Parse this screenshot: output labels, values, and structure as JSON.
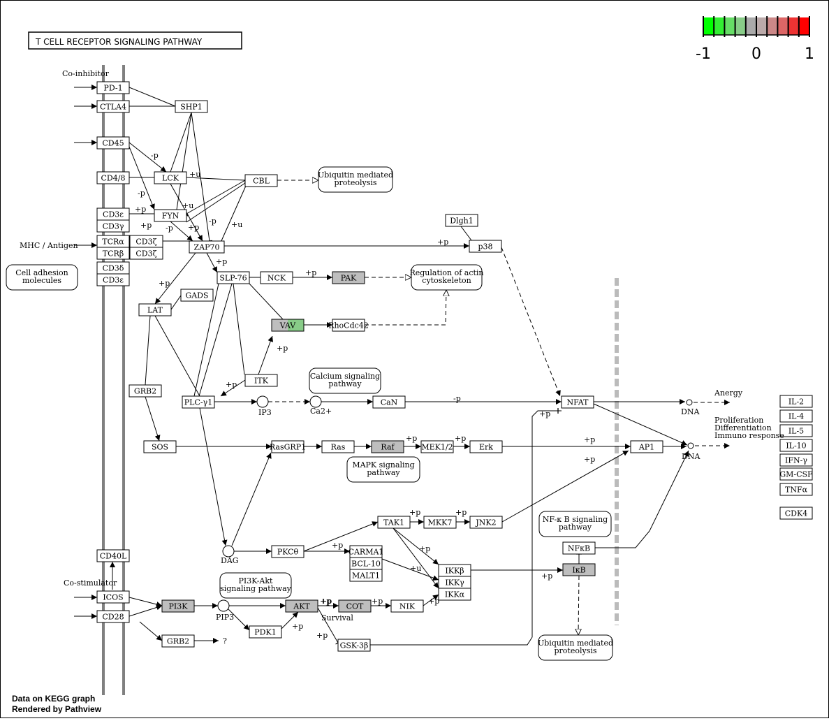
{
  "title": "T  CELL  RECEPTOR  SIGNALING PATHWAY",
  "legend": {
    "ticks": [
      "-1",
      "0",
      "1"
    ],
    "colors": [
      "#00ff00",
      "#33ee33",
      "#66dd66",
      "#88cc88",
      "#aaaaaa",
      "#bbaaaa",
      "#cc8888",
      "#dd6666",
      "#ee3333",
      "#ff0000"
    ]
  },
  "colors": {
    "highlight_gray": "#bebebe",
    "vav_green": "#88cc88",
    "membrane": "#808080",
    "nucleus_dash": "#bbbbbb"
  },
  "nodes": [
    {
      "id": "pd1",
      "label": "PD-1"
    },
    {
      "id": "ctla4",
      "label": "CTLA4"
    },
    {
      "id": "cd45",
      "label": "CD45"
    },
    {
      "id": "cd48",
      "label": "CD4/8"
    },
    {
      "id": "cd3e1",
      "label": "CD3ε"
    },
    {
      "id": "cd3g",
      "label": "CD3γ"
    },
    {
      "id": "tcra",
      "label": "TCRα"
    },
    {
      "id": "tcrb",
      "label": "TCRβ"
    },
    {
      "id": "cd3d",
      "label": "CD3δ"
    },
    {
      "id": "cd3e2",
      "label": "CD3ε"
    },
    {
      "id": "cd3z1",
      "label": "CD3ζ"
    },
    {
      "id": "cd3z2",
      "label": "CD3ζ"
    },
    {
      "id": "shp1",
      "label": "SHP1"
    },
    {
      "id": "lck",
      "label": "LCK"
    },
    {
      "id": "fyn",
      "label": "FYN"
    },
    {
      "id": "cbl",
      "label": "CBL"
    },
    {
      "id": "zap70",
      "label": "ZAP70"
    },
    {
      "id": "dlgh1",
      "label": "Dlgh1"
    },
    {
      "id": "p38",
      "label": "p38"
    },
    {
      "id": "slp76",
      "label": "SLP-76"
    },
    {
      "id": "nck",
      "label": "NCK"
    },
    {
      "id": "pak",
      "label": "PAK"
    },
    {
      "id": "gads",
      "label": "GADS"
    },
    {
      "id": "lat",
      "label": "LAT"
    },
    {
      "id": "vav",
      "label": "VAV"
    },
    {
      "id": "rhocdc42",
      "label": "RhoCdc42"
    },
    {
      "id": "grb2a",
      "label": "GRB2"
    },
    {
      "id": "itk",
      "label": "ITK"
    },
    {
      "id": "plcg1",
      "label": "PLC-γ1"
    },
    {
      "id": "can",
      "label": "CaN"
    },
    {
      "id": "nfat",
      "label": "NFAT"
    },
    {
      "id": "sos",
      "label": "SOS"
    },
    {
      "id": "rasgrp1",
      "label": "RasGRP1"
    },
    {
      "id": "ras",
      "label": "Ras"
    },
    {
      "id": "raf",
      "label": "Raf"
    },
    {
      "id": "mek12",
      "label": "MEK1/2"
    },
    {
      "id": "erk",
      "label": "Erk"
    },
    {
      "id": "ap1",
      "label": "AP1"
    },
    {
      "id": "tak1",
      "label": "TAK1"
    },
    {
      "id": "mkk7",
      "label": "MKK7"
    },
    {
      "id": "jnk2",
      "label": "JNK2"
    },
    {
      "id": "pkct",
      "label": "PKCθ"
    },
    {
      "id": "carma1",
      "label": "CARMA1"
    },
    {
      "id": "bcl10",
      "label": "BCL-10"
    },
    {
      "id": "malt1",
      "label": "MALT1"
    },
    {
      "id": "ikkb",
      "label": "IKKβ"
    },
    {
      "id": "ikkg",
      "label": "IKKγ"
    },
    {
      "id": "ikka",
      "label": "IKKα"
    },
    {
      "id": "nfkb",
      "label": "NFκB"
    },
    {
      "id": "ikb",
      "label": "IκB"
    },
    {
      "id": "cd40l",
      "label": "CD40L"
    },
    {
      "id": "icos",
      "label": "ICOS"
    },
    {
      "id": "cd28",
      "label": "CD28"
    },
    {
      "id": "pi3k",
      "label": "PI3K"
    },
    {
      "id": "akt",
      "label": "AKT"
    },
    {
      "id": "cot",
      "label": "COT"
    },
    {
      "id": "nik",
      "label": "NIK"
    },
    {
      "id": "pdk1",
      "label": "PDK1"
    },
    {
      "id": "grb2b",
      "label": "GRB2"
    },
    {
      "id": "gsk3b",
      "label": "GSK-3β"
    },
    {
      "id": "il2",
      "label": "IL-2"
    },
    {
      "id": "il4",
      "label": "IL-4"
    },
    {
      "id": "il5",
      "label": "IL-5"
    },
    {
      "id": "il10",
      "label": "IL-10"
    },
    {
      "id": "ifng",
      "label": "IFN-γ"
    },
    {
      "id": "gmcsf",
      "label": "GM-CSF"
    },
    {
      "id": "tnfa",
      "label": "TNFα"
    },
    {
      "id": "cdk4",
      "label": "CDK4"
    }
  ],
  "pathways": [
    {
      "id": "ubq1",
      "lines": [
        "Ubiquitin mediated",
        "proteolysis"
      ]
    },
    {
      "id": "actin",
      "lines": [
        "Regulation of actin",
        "cytoskeleton"
      ]
    },
    {
      "id": "celladh",
      "lines": [
        "Cell adhesion",
        "molecules"
      ]
    },
    {
      "id": "calcium",
      "lines": [
        "Calcium signaling",
        "pathway"
      ]
    },
    {
      "id": "mapk",
      "lines": [
        "MAPK signaling",
        "pathway"
      ]
    },
    {
      "id": "nfkbpath",
      "lines": [
        "NF-κ B signaling",
        "pathway"
      ]
    },
    {
      "id": "pi3kakt",
      "lines": [
        "PI3K-Akt",
        "signaling pathway"
      ]
    },
    {
      "id": "ubq2",
      "lines": [
        "Ubiquitin mediated",
        "proteolysis"
      ]
    }
  ],
  "compounds": [
    {
      "id": "ip3",
      "label": "IP3"
    },
    {
      "id": "ca",
      "label": "Ca2+"
    },
    {
      "id": "dag",
      "label": "DAG"
    },
    {
      "id": "pip3",
      "label": "PIP3"
    },
    {
      "id": "dna1",
      "label": "DNA"
    },
    {
      "id": "dna2",
      "label": "DNA"
    }
  ],
  "labels": [
    {
      "id": "coinh",
      "text": "Co-inhibitor"
    },
    {
      "id": "mhc",
      "text": "MHC / Antigen"
    },
    {
      "id": "costim",
      "text": "Co-stimulator"
    },
    {
      "id": "anergy",
      "text": "Anergy"
    },
    {
      "id": "prolif",
      "text": "Proliferation"
    },
    {
      "id": "diff",
      "text": "Differentiation"
    },
    {
      "id": "immuno",
      "text": "Immuno response"
    },
    {
      "id": "survival",
      "text": "Survival"
    },
    {
      "id": "q",
      "text": "?"
    }
  ],
  "edge_labels": [
    {
      "id": "e1",
      "text": "-p"
    },
    {
      "id": "e2",
      "text": "-p"
    },
    {
      "id": "e3",
      "text": "+u"
    },
    {
      "id": "e4",
      "text": "+u"
    },
    {
      "id": "e5",
      "text": "+p"
    },
    {
      "id": "e6",
      "text": "+p"
    },
    {
      "id": "e7",
      "text": "-p"
    },
    {
      "id": "e8",
      "text": "+p"
    },
    {
      "id": "e9",
      "text": "-p"
    },
    {
      "id": "e10",
      "text": "+u"
    },
    {
      "id": "e11",
      "text": "+p"
    },
    {
      "id": "e12",
      "text": "+p"
    },
    {
      "id": "e13",
      "text": "+p"
    },
    {
      "id": "e14",
      "text": "+p"
    },
    {
      "id": "e15",
      "text": "+p"
    },
    {
      "id": "e16",
      "text": "+p"
    },
    {
      "id": "e17",
      "text": "-p"
    },
    {
      "id": "e18",
      "text": "+p"
    },
    {
      "id": "e19",
      "text": "+p"
    },
    {
      "id": "e20",
      "text": "+p"
    },
    {
      "id": "e21",
      "text": "+p"
    },
    {
      "id": "e22",
      "text": "+p"
    },
    {
      "id": "e23",
      "text": "+p"
    },
    {
      "id": "e24",
      "text": "+p"
    },
    {
      "id": "e25",
      "text": "+p"
    },
    {
      "id": "e26",
      "text": "+p"
    },
    {
      "id": "e27",
      "text": "+u"
    },
    {
      "id": "e28",
      "text": "+p"
    },
    {
      "id": "e29",
      "text": "+p"
    },
    {
      "id": "e30",
      "text": "+p"
    },
    {
      "id": "e31",
      "text": "+p"
    },
    {
      "id": "e32",
      "text": "+p"
    },
    {
      "id": "e33",
      "text": "+p"
    },
    {
      "id": "e34",
      "text": "+p"
    }
  ],
  "footer": {
    "line1": "Data on KEGG graph",
    "line2": "Rendered by  Pathview"
  }
}
